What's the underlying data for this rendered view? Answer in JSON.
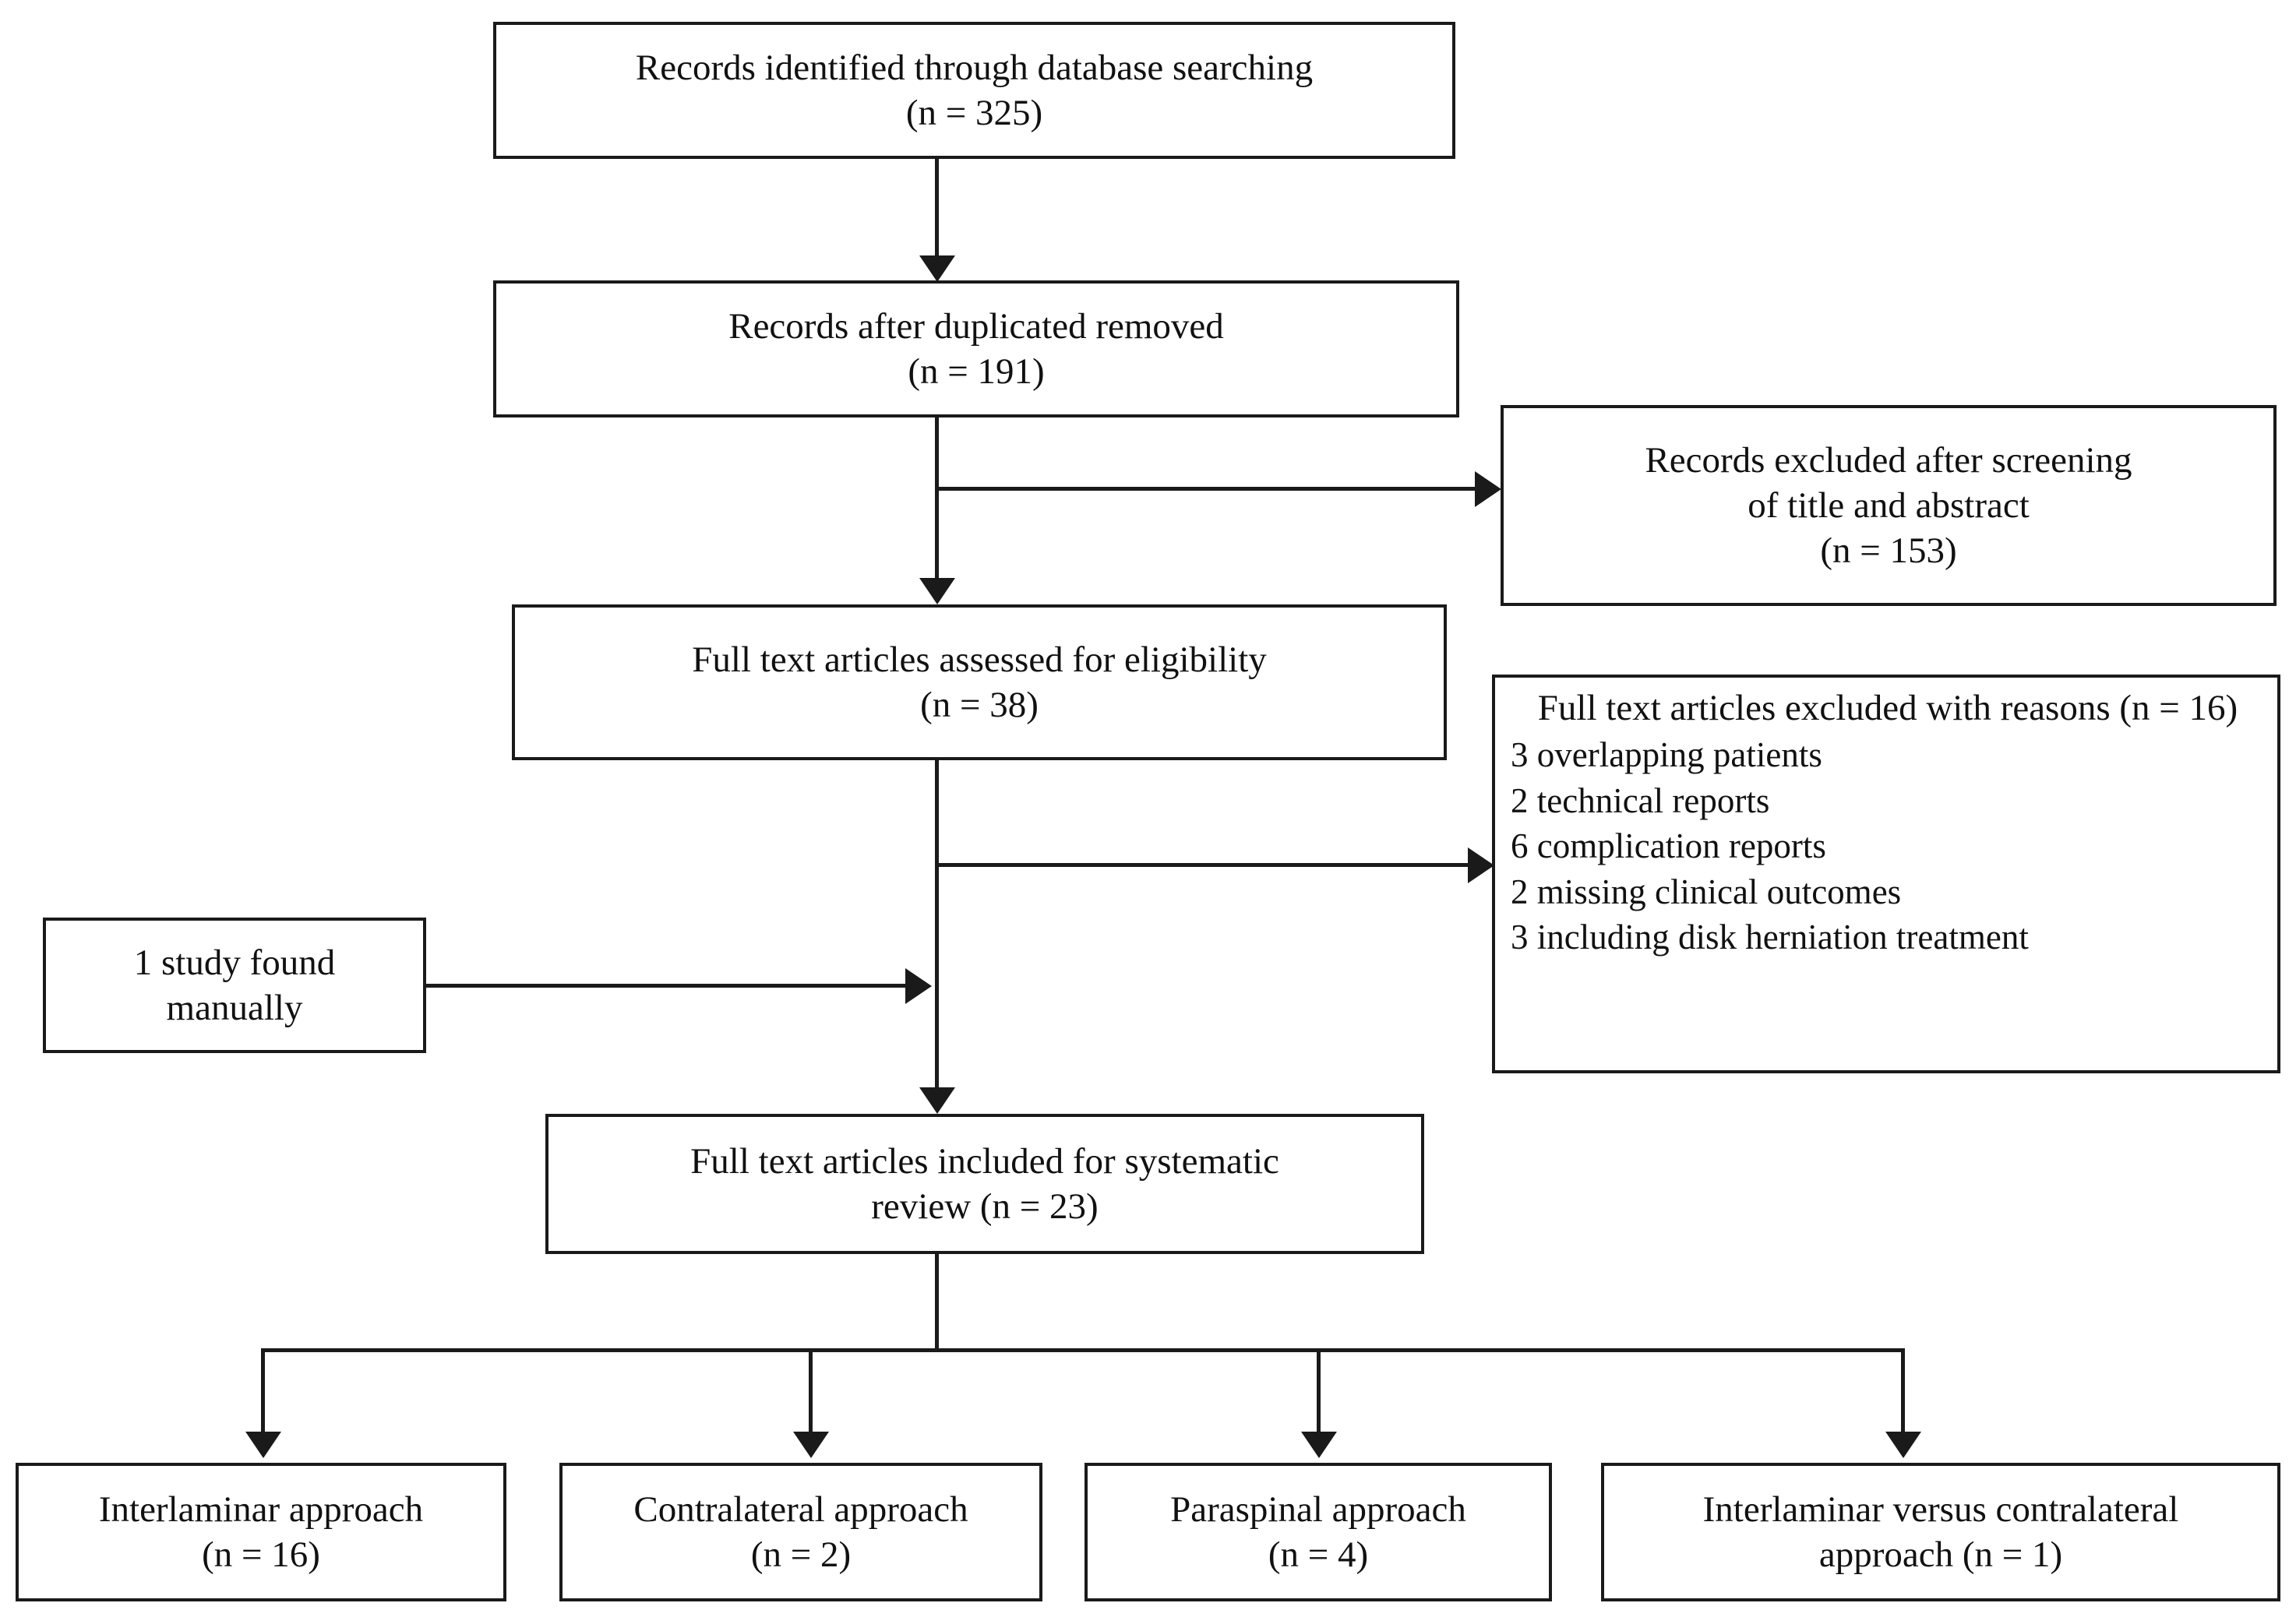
{
  "diagram": {
    "type": "prisma-flow-diagram",
    "title": "PRISMA study selection flow diagram",
    "stroke_color": "#1a1a1a",
    "background_color": "#ffffff"
  },
  "nodes": {
    "identified": {
      "line1": "Records identified through database searching",
      "line2": "(n = 325)",
      "count": 325
    },
    "deduplicated": {
      "line1": "Records after duplicated removed",
      "line2": "(n = 191)",
      "count": 191
    },
    "screening_excluded": {
      "line1": "Records excluded after screening",
      "line2": "of title and abstract",
      "line3": "(n = 153)",
      "count": 153
    },
    "eligibility": {
      "line1": "Full text articles assessed for eligibility",
      "line2": "(n = 38)",
      "count": 38
    },
    "fulltext_excluded": {
      "heading": "Full text articles excluded with reasons (n = 16)",
      "count": 16,
      "reasons": [
        "3 overlapping patients",
        "2 technical reports",
        "6 complication reports",
        "2 missing clinical outcomes",
        "3 including disk herniation treatment"
      ]
    },
    "manual": {
      "line1": "1 study found",
      "line2": "manually",
      "count": 1
    },
    "included": {
      "line1": "Full text articles included for systematic",
      "line2": "review (n = 23)",
      "count": 23
    }
  },
  "outcomes": [
    {
      "line1": "Interlaminar approach",
      "line2": "(n = 16)",
      "count": 16
    },
    {
      "line1": "Contralateral approach",
      "line2": "(n = 2)",
      "count": 2
    },
    {
      "line1": "Paraspinal approach",
      "line2": "(n = 4)",
      "count": 4
    },
    {
      "line1": "Interlaminar versus contralateral",
      "line2": "approach (n = 1)",
      "count": 1
    }
  ]
}
